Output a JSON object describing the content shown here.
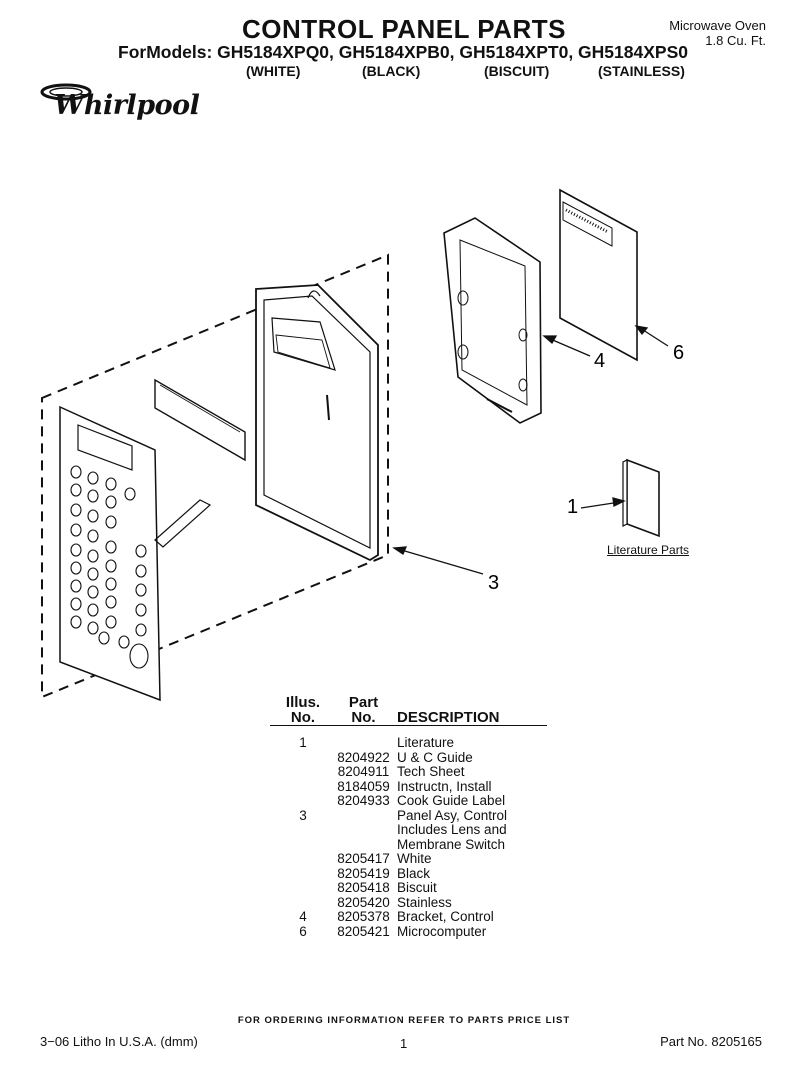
{
  "header": {
    "title": "CONTROL PANEL PARTS",
    "models_line": "ForModels: GH5184XPQ0, GH5184XPB0, GH5184XPT0, GH5184XPS0",
    "variants": [
      "(WHITE)",
      "(BLACK)",
      "(BISCUIT)",
      "(STAINLESS)"
    ],
    "product_line1": "Microwave Oven",
    "product_line2": "1.8 Cu. Ft."
  },
  "brand": {
    "name": "Whirlpool"
  },
  "diagram": {
    "callouts": [
      "1",
      "3",
      "4",
      "6"
    ],
    "literature_label": "Literature Parts"
  },
  "parts_table": {
    "headers": {
      "illus_1": "Illus.",
      "illus_2": "No.",
      "part_1": "Part",
      "part_2": "No.",
      "desc": "DESCRIPTION"
    },
    "rows": [
      {
        "illus": "1",
        "part": "",
        "desc": "Literature"
      },
      {
        "illus": "",
        "part": "8204922",
        "desc": "U & C Guide"
      },
      {
        "illus": "",
        "part": "8204911",
        "desc": "Tech Sheet"
      },
      {
        "illus": "",
        "part": "8184059",
        "desc": "Instructn, Install"
      },
      {
        "illus": "",
        "part": "8204933",
        "desc": "Cook Guide Label"
      },
      {
        "illus": "3",
        "part": "",
        "desc": "Panel Asy, Control"
      },
      {
        "illus": "",
        "part": "",
        "desc": "Includes Lens and"
      },
      {
        "illus": "",
        "part": "",
        "desc": "Membrane Switch"
      },
      {
        "illus": "",
        "part": "8205417",
        "desc": "White"
      },
      {
        "illus": "",
        "part": "8205419",
        "desc": "Black"
      },
      {
        "illus": "",
        "part": "8205418",
        "desc": "Biscuit"
      },
      {
        "illus": "",
        "part": "8205420",
        "desc": "Stainless"
      },
      {
        "illus": "4",
        "part": "8205378",
        "desc": "Bracket, Control"
      },
      {
        "illus": "6",
        "part": "8205421",
        "desc": "Microcomputer"
      }
    ]
  },
  "footer": {
    "ordering_note": "FOR ORDERING INFORMATION REFER TO PARTS PRICE LIST",
    "litho": "3−06 Litho In U.S.A. (dmm)",
    "page_number": "1",
    "part_number": "Part No. 8205165"
  }
}
